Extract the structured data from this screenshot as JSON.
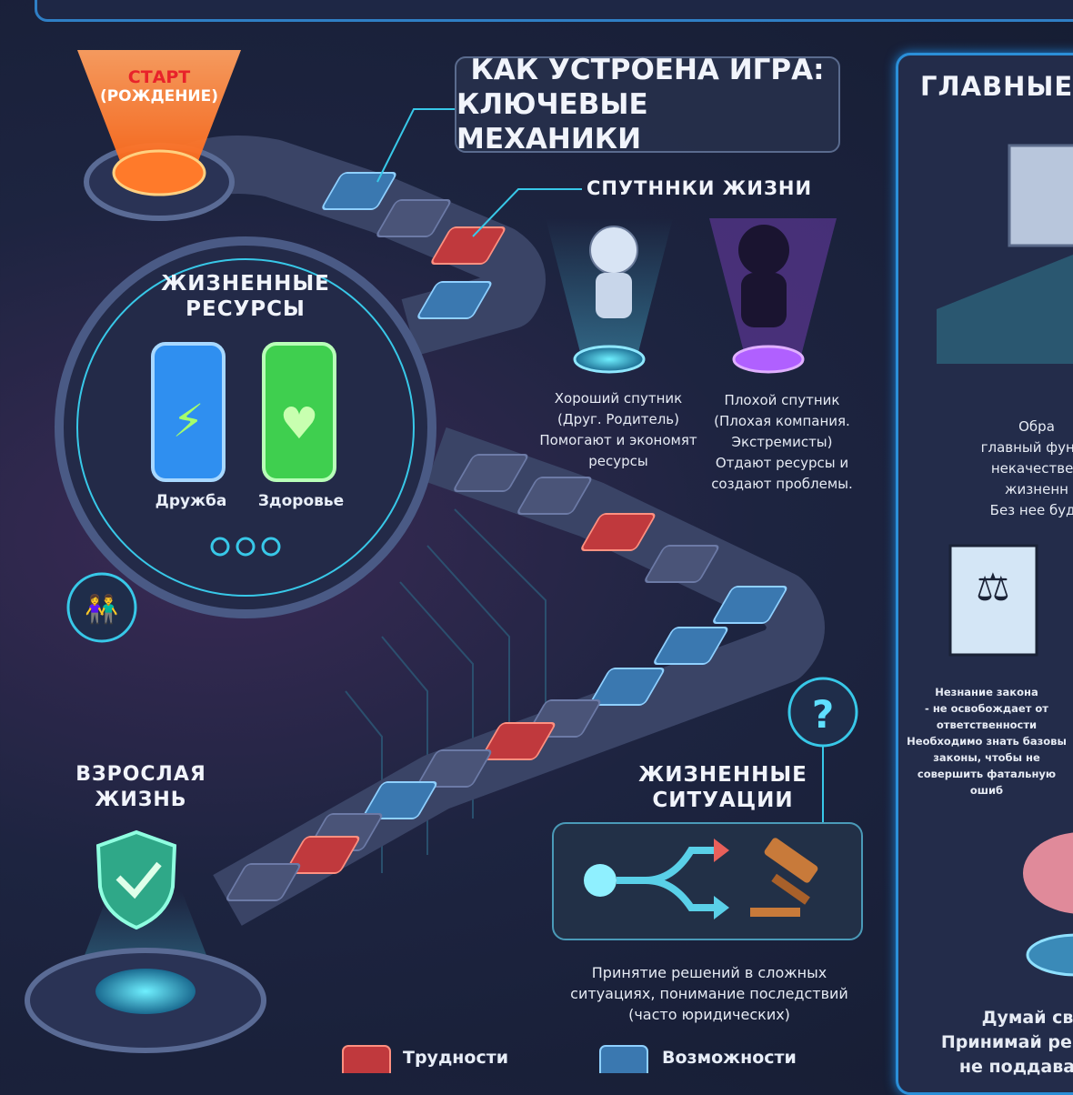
{
  "board": {
    "start_label": "СТАРТ",
    "start_sub": "(РОЖДЕНИЕ)",
    "end_label_line1": "ВЗРОСЛАЯ",
    "end_label_line2": "ЖИЗНЬ"
  },
  "header": {
    "line1": "КАК УСТРОЕНА ИГРА:",
    "line2": "КЛЮЧЕВЫЕ МЕХАНИКИ"
  },
  "resources": {
    "title_line1": "ЖИЗНЕННЫЕ",
    "title_line2": "РЕСУРСЫ",
    "items": [
      {
        "label": "Дружба",
        "icon": "lightning-icon",
        "color": "#2f8ff0"
      },
      {
        "label": "Здоровье",
        "icon": "heart-icon",
        "color": "#3fcf4f"
      }
    ]
  },
  "companions": {
    "title": "СПУТННКИ ЖИЗНИ",
    "good": {
      "lines": [
        "Хороший спутник",
        "(Друг. Родитель)",
        "Помогают и экономят",
        "ресурсы"
      ]
    },
    "bad": {
      "lines": [
        "Плохой спутник",
        "(Плохая компания.",
        "Экстремисты)",
        "Отдают ресурсы и",
        "создают проблемы."
      ]
    }
  },
  "situations": {
    "title_line1": "ЖИЗНЕННЫЕ",
    "title_line2": "СИТУАЦИИ",
    "lines": [
      "Принятие решений в сложных",
      "ситуациях, понимание последствий",
      "(часто юридических)"
    ]
  },
  "legend": {
    "difficulties": "Трудности",
    "opportunities": "Возможности"
  },
  "right_panel": {
    "title": "ГЛАВНЫЕ У",
    "education_lines": [
      "Обра",
      "главный фунда",
      "некачествен",
      "жизненн",
      "Без нее буду"
    ],
    "law_lines": [
      "Незнание закона",
      "- не освобождает от",
      "ответственности",
      "Необходимо знать базовы",
      "законы, чтобы не",
      "совершить фатальную ошиб"
    ],
    "think_lines": [
      "Думай св",
      "Принимай решен",
      "не поддавать"
    ]
  },
  "colors": {
    "accent": "#38c8e8",
    "difficulty": "#c0393d",
    "opportunity": "#3a78b0",
    "start": "#ff7a2a"
  }
}
